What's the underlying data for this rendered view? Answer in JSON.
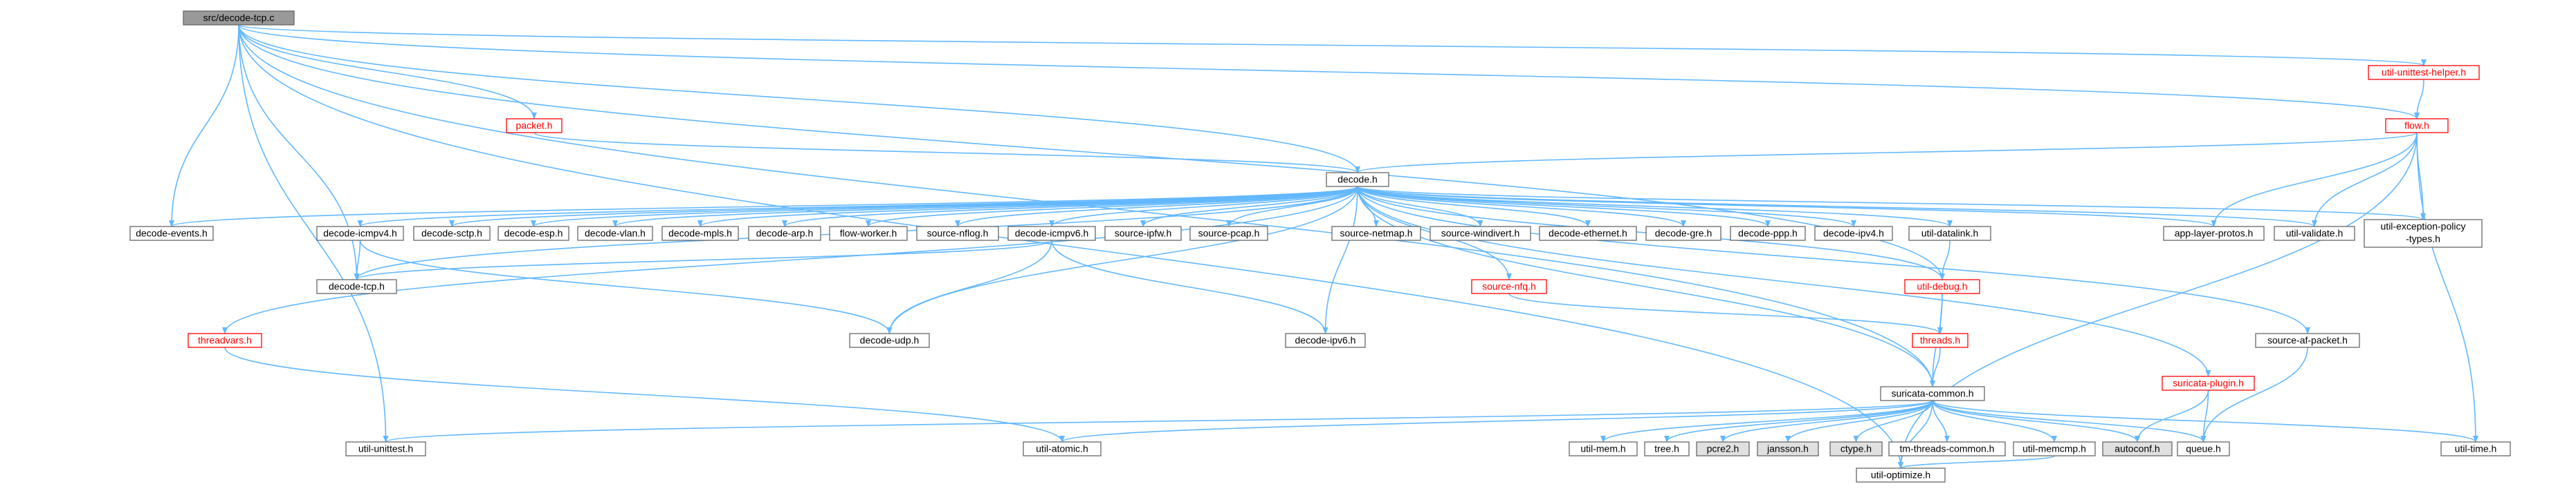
{
  "diagram": {
    "colors": {
      "edge": "#63b8ff",
      "node_border": "#666666",
      "red_border": "#ff0000",
      "root_fill": "#999999",
      "system_fill": "#e0e0e0"
    },
    "nodes": [
      {
        "id": "root",
        "label": "src/decode-tcp.c",
        "kind": "root"
      },
      {
        "id": "util-unittest-helper",
        "label": "util-unittest-helper.h",
        "kind": "red"
      },
      {
        "id": "packet",
        "label": "packet.h",
        "kind": "red"
      },
      {
        "id": "flow",
        "label": "flow.h",
        "kind": "red"
      },
      {
        "id": "decode",
        "label": "decode.h",
        "kind": "normal"
      },
      {
        "id": "decode-events",
        "label": "decode-events.h",
        "kind": "normal"
      },
      {
        "id": "decode-icmpv4",
        "label": "decode-icmpv4.h",
        "kind": "normal"
      },
      {
        "id": "decode-sctp",
        "label": "decode-sctp.h",
        "kind": "normal"
      },
      {
        "id": "decode-esp",
        "label": "decode-esp.h",
        "kind": "normal"
      },
      {
        "id": "decode-vlan",
        "label": "decode-vlan.h",
        "kind": "normal"
      },
      {
        "id": "decode-mpls",
        "label": "decode-mpls.h",
        "kind": "normal"
      },
      {
        "id": "decode-arp",
        "label": "decode-arp.h",
        "kind": "normal"
      },
      {
        "id": "flow-worker",
        "label": "flow-worker.h",
        "kind": "normal"
      },
      {
        "id": "source-nflog",
        "label": "source-nflog.h",
        "kind": "normal"
      },
      {
        "id": "decode-icmpv6",
        "label": "decode-icmpv6.h",
        "kind": "normal"
      },
      {
        "id": "source-ipfw",
        "label": "source-ipfw.h",
        "kind": "normal"
      },
      {
        "id": "source-pcap",
        "label": "source-pcap.h",
        "kind": "normal"
      },
      {
        "id": "source-netmap",
        "label": "source-netmap.h",
        "kind": "normal"
      },
      {
        "id": "source-windivert",
        "label": "source-windivert.h",
        "kind": "normal"
      },
      {
        "id": "decode-ethernet",
        "label": "decode-ethernet.h",
        "kind": "normal"
      },
      {
        "id": "decode-gre",
        "label": "decode-gre.h",
        "kind": "normal"
      },
      {
        "id": "decode-ppp",
        "label": "decode-ppp.h",
        "kind": "normal"
      },
      {
        "id": "decode-ipv4",
        "label": "decode-ipv4.h",
        "kind": "normal"
      },
      {
        "id": "util-datalink",
        "label": "util-datalink.h",
        "kind": "normal"
      },
      {
        "id": "app-layer-protos",
        "label": "app-layer-protos.h",
        "kind": "normal"
      },
      {
        "id": "util-validate",
        "label": "util-validate.h",
        "kind": "normal"
      },
      {
        "id": "util-exception-policy-types",
        "label": "util-exception-policy",
        "label2": "-types.h",
        "kind": "normal"
      },
      {
        "id": "decode-tcp",
        "label": "decode-tcp.h",
        "kind": "normal"
      },
      {
        "id": "decode-udp",
        "label": "decode-udp.h",
        "kind": "normal"
      },
      {
        "id": "decode-ipv6",
        "label": "decode-ipv6.h",
        "kind": "normal"
      },
      {
        "id": "source-nfq",
        "label": "source-nfq.h",
        "kind": "red"
      },
      {
        "id": "util-debug",
        "label": "util-debug.h",
        "kind": "red"
      },
      {
        "id": "threadvars",
        "label": "threadvars.h",
        "kind": "red"
      },
      {
        "id": "threads",
        "label": "threads.h",
        "kind": "red"
      },
      {
        "id": "source-af-packet",
        "label": "source-af-packet.h",
        "kind": "normal"
      },
      {
        "id": "suricata-common",
        "label": "suricata-common.h",
        "kind": "normal"
      },
      {
        "id": "suricata-plugin",
        "label": "suricata-plugin.h",
        "kind": "red"
      },
      {
        "id": "util-unittest",
        "label": "util-unittest.h",
        "kind": "normal"
      },
      {
        "id": "util-atomic",
        "label": "util-atomic.h",
        "kind": "normal"
      },
      {
        "id": "util-mem",
        "label": "util-mem.h",
        "kind": "normal"
      },
      {
        "id": "tree",
        "label": "tree.h",
        "kind": "normal"
      },
      {
        "id": "pcre2",
        "label": "pcre2.h",
        "kind": "system"
      },
      {
        "id": "jansson",
        "label": "jansson.h",
        "kind": "system"
      },
      {
        "id": "ctype",
        "label": "ctype.h",
        "kind": "system"
      },
      {
        "id": "tm-threads-common",
        "label": "tm-threads-common.h",
        "kind": "normal"
      },
      {
        "id": "util-memcmp",
        "label": "util-memcmp.h",
        "kind": "normal"
      },
      {
        "id": "autoconf",
        "label": "autoconf.h",
        "kind": "system"
      },
      {
        "id": "queue",
        "label": "queue.h",
        "kind": "normal"
      },
      {
        "id": "util-time",
        "label": "util-time.h",
        "kind": "normal"
      },
      {
        "id": "util-optimize",
        "label": "util-optimize.h",
        "kind": "normal"
      }
    ],
    "edges": [
      [
        "root",
        "util-unittest-helper"
      ],
      [
        "root",
        "packet"
      ],
      [
        "root",
        "flow"
      ],
      [
        "root",
        "decode"
      ],
      [
        "root",
        "decode-events"
      ],
      [
        "root",
        "decode-tcp"
      ],
      [
        "root",
        "util-debug"
      ],
      [
        "root",
        "suricata-common"
      ],
      [
        "root",
        "util-unittest"
      ],
      [
        "root",
        "util-optimize"
      ],
      [
        "util-unittest-helper",
        "flow"
      ],
      [
        "packet",
        "decode"
      ],
      [
        "flow",
        "decode"
      ],
      [
        "flow",
        "app-layer-protos"
      ],
      [
        "flow",
        "util-validate"
      ],
      [
        "flow",
        "util-exception-policy-types"
      ],
      [
        "flow",
        "util-time"
      ],
      [
        "flow",
        "util-optimize"
      ],
      [
        "decode",
        "decode-events"
      ],
      [
        "decode",
        "decode-icmpv4"
      ],
      [
        "decode",
        "decode-sctp"
      ],
      [
        "decode",
        "decode-esp"
      ],
      [
        "decode",
        "decode-vlan"
      ],
      [
        "decode",
        "decode-mpls"
      ],
      [
        "decode",
        "decode-arp"
      ],
      [
        "decode",
        "flow-worker"
      ],
      [
        "decode",
        "source-nflog"
      ],
      [
        "decode",
        "decode-icmpv6"
      ],
      [
        "decode",
        "source-ipfw"
      ],
      [
        "decode",
        "source-pcap"
      ],
      [
        "decode",
        "source-netmap"
      ],
      [
        "decode",
        "source-windivert"
      ],
      [
        "decode",
        "decode-ethernet"
      ],
      [
        "decode",
        "decode-gre"
      ],
      [
        "decode",
        "decode-ppp"
      ],
      [
        "decode",
        "decode-ipv4"
      ],
      [
        "decode",
        "util-datalink"
      ],
      [
        "decode",
        "app-layer-protos"
      ],
      [
        "decode",
        "util-validate"
      ],
      [
        "decode",
        "util-exception-policy-types"
      ],
      [
        "decode",
        "decode-tcp"
      ],
      [
        "decode",
        "decode-udp"
      ],
      [
        "decode",
        "decode-ipv6"
      ],
      [
        "decode",
        "source-nfq"
      ],
      [
        "decode",
        "util-debug"
      ],
      [
        "decode",
        "threadvars"
      ],
      [
        "decode",
        "source-af-packet"
      ],
      [
        "decode",
        "suricata-common"
      ],
      [
        "decode",
        "suricata-plugin"
      ],
      [
        "decode-icmpv4",
        "decode-tcp"
      ],
      [
        "decode-icmpv4",
        "decode-udp"
      ],
      [
        "decode-icmpv6",
        "decode-tcp"
      ],
      [
        "decode-icmpv6",
        "decode-udp"
      ],
      [
        "decode-icmpv6",
        "decode-ipv6"
      ],
      [
        "util-datalink",
        "util-debug"
      ],
      [
        "source-nfq",
        "threads"
      ],
      [
        "util-debug",
        "threads"
      ],
      [
        "util-debug",
        "suricata-common"
      ],
      [
        "threadvars",
        "util-atomic"
      ],
      [
        "threads",
        "suricata-common"
      ],
      [
        "source-af-packet",
        "queue"
      ],
      [
        "suricata-plugin",
        "autoconf"
      ],
      [
        "suricata-plugin",
        "queue"
      ],
      [
        "suricata-common",
        "util-unittest"
      ],
      [
        "suricata-common",
        "util-atomic"
      ],
      [
        "suricata-common",
        "util-mem"
      ],
      [
        "suricata-common",
        "tree"
      ],
      [
        "suricata-common",
        "pcre2"
      ],
      [
        "suricata-common",
        "jansson"
      ],
      [
        "suricata-common",
        "ctype"
      ],
      [
        "suricata-common",
        "tm-threads-common"
      ],
      [
        "suricata-common",
        "util-memcmp"
      ],
      [
        "suricata-common",
        "autoconf"
      ],
      [
        "suricata-common",
        "queue"
      ],
      [
        "suricata-common",
        "util-time"
      ],
      [
        "suricata-common",
        "util-optimize"
      ],
      [
        "util-memcmp",
        "util-optimize"
      ]
    ]
  }
}
